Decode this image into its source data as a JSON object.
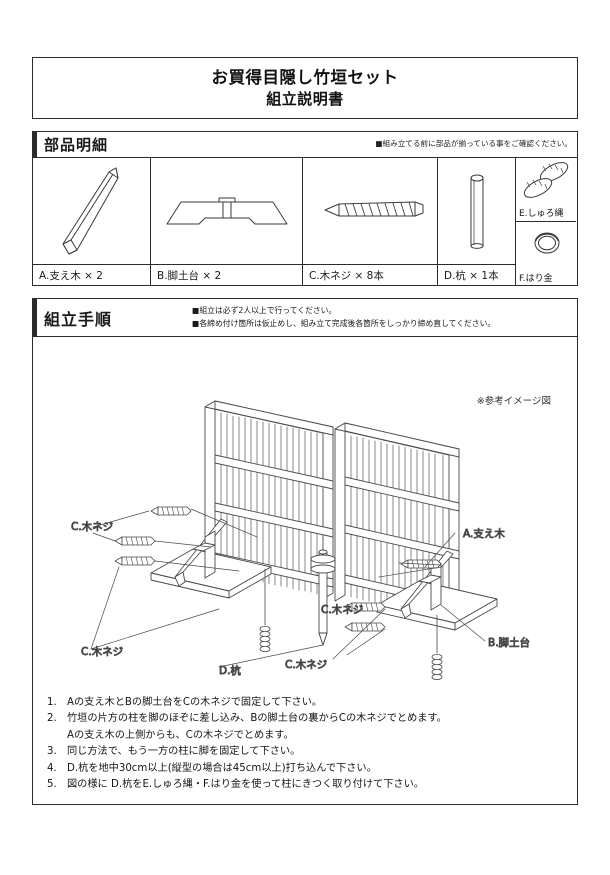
{
  "title": {
    "line1": "お買得目隠し竹垣セット",
    "line2": "組立説明書"
  },
  "parts_section": {
    "heading": "部品明細",
    "note": "■組み立てる前に部品が揃っている事をご確認ください。",
    "items": [
      {
        "id": "A",
        "label": "A.支え木 × 2",
        "icon": "support-beam-icon"
      },
      {
        "id": "B",
        "label": "B.脚土台 × 2",
        "icon": "base-plate-icon"
      },
      {
        "id": "C",
        "label": "C.木ネジ × 8本",
        "icon": "wood-screw-icon"
      },
      {
        "id": "D",
        "label": "D.杭 × 1本",
        "icon": "stake-icon"
      },
      {
        "id": "E",
        "label": "E.しゅろ縄",
        "icon": "palm-rope-icon"
      },
      {
        "id": "F",
        "label": "F.はり金",
        "icon": "wire-ring-icon"
      }
    ]
  },
  "procedure_section": {
    "heading": "組立手順",
    "notes": [
      "■組立は必ず2人以上で行ってください。",
      "■各締め付け箇所は仮止めし、組み立て完成後各箇所をしっかり締め直してください。"
    ],
    "reference_note": "※参考イメージ図",
    "diagram_labels": [
      {
        "key": "screw-top-left",
        "text": "C.木ネジ"
      },
      {
        "key": "screw-bottom-left",
        "text": "C.木ネジ"
      },
      {
        "key": "stake",
        "text": "D.杭"
      },
      {
        "key": "screw-bottom-center",
        "text": "C.木ネジ"
      },
      {
        "key": "screw-center-right",
        "text": "C.木ネジ"
      },
      {
        "key": "support-beam",
        "text": "A.支え木"
      },
      {
        "key": "base-plate",
        "text": "B.脚土台"
      }
    ],
    "steps": [
      {
        "num": "1.",
        "text": "Aの支え木とBの脚土台をCの木ネジで固定して下さい。",
        "cont": ""
      },
      {
        "num": "2.",
        "text": "竹垣の片方の柱を脚のほぞに差し込み、Bの脚土台の裏からCの木ネジでとめます。",
        "cont": "Aの支え木の上側からも、Cの木ネジでとめます。"
      },
      {
        "num": "3.",
        "text": "同じ方法で、もう一方の柱に脚を固定して下さい。",
        "cont": ""
      },
      {
        "num": "4.",
        "text": "D.杭を地中30cm以上(縦型の場合は45cm以上)打ち込んで下さい。",
        "cont": ""
      },
      {
        "num": "5.",
        "text": "図の様に D.杭をE.しゅろ縄・F.はり金を使って柱にきつく取り付けて下さい。",
        "cont": ""
      }
    ]
  },
  "colors": {
    "ink": "#2b2b2b",
    "line": "#3a3a3a",
    "paper": "#ffffff"
  }
}
